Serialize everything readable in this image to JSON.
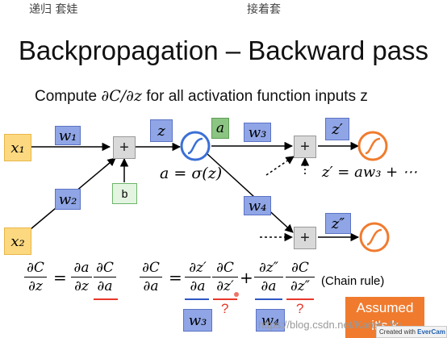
{
  "header": {
    "left_text": "递归  套娃",
    "right_text": "接着套"
  },
  "title": "Backpropagation – Backward pass",
  "subtitle": {
    "prefix": "Compute ",
    "formula": "∂C/∂z",
    "suffix": " for all activation function inputs z"
  },
  "network": {
    "x1": "x₁",
    "x2": "x₂",
    "w1": "w₁",
    "w2": "w₂",
    "w3": "w₃",
    "w4": "w₄",
    "b": "b",
    "z": "z",
    "a": "a",
    "z_prime": "z′",
    "z_double_prime": "z″",
    "plus": "+",
    "a_eq": "a = σ(z)",
    "zprime_eq": "z′ = aw₃ + ⋯"
  },
  "equations": {
    "dC": "∂C",
    "dz": "∂z",
    "da": "∂a",
    "dzp": "∂z′",
    "dzpp": "∂z″",
    "equals": "=",
    "plus": "+",
    "chain_rule": "(Chain rule)",
    "question": "?",
    "w3": "w₃",
    "w4": "w₄"
  },
  "assumed": {
    "line1": "Assumed",
    "line2": "it's k"
  },
  "watermark": "https://blog.csdn.net/Karen_Yu",
  "evercam": {
    "prefix": "Created with ",
    "brand": "EverCam"
  },
  "colors": {
    "x_box": "#fcd980",
    "w_box": "#8fa5e6",
    "a_box": "#8cc583",
    "b_box": "#e3f4e0",
    "sigmoid": "#3b6fd6",
    "underline_red": "#e8372b",
    "underline_blue": "#2f57c4",
    "assumed_bg": "#f07b2e"
  }
}
